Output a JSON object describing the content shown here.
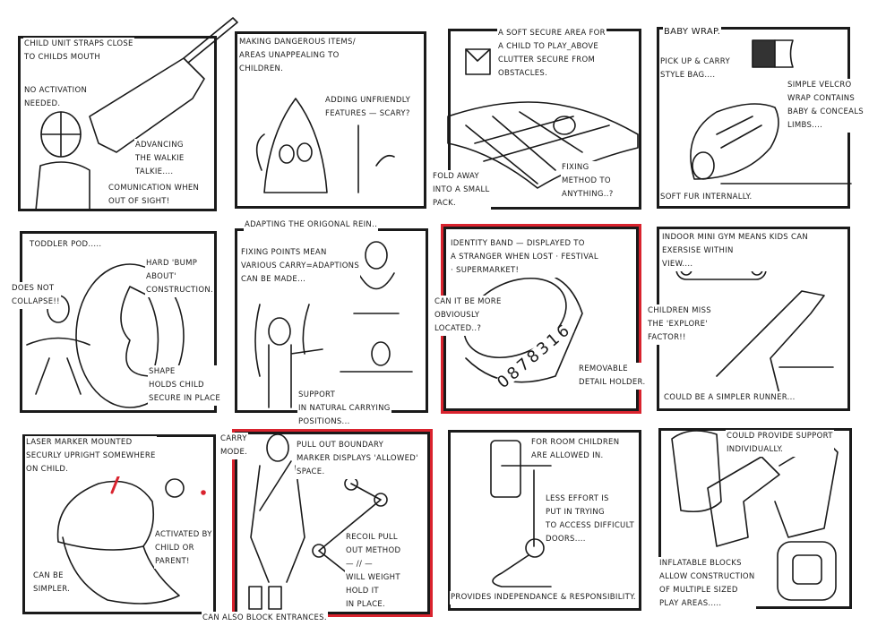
{
  "panels": [
    {
      "id": "walkie-talkie",
      "notes": [
        "Child unit straps close\nto childs mouth",
        "No activation\nneeded.",
        "Advancing\nthe walkie\ntalkie....",
        "Comunication when\nout of sight!"
      ]
    },
    {
      "id": "unfriendly-features",
      "notes": [
        "Making dangerous items/\nareas unappealing to\nchildren.",
        "Adding unfriendly\nfeatures — scary?"
      ]
    },
    {
      "id": "soft-secure-area",
      "notes": [
        "A soft secure area for\na child to play_above\nclutter secure from\nobstacles.",
        "Fold away\ninto a small\npack.",
        "Fixing\nmethod to\nanything..?"
      ]
    },
    {
      "id": "baby-wrap",
      "notes": [
        "Baby wrap.",
        "Pick up & carry\nstyle bag....",
        "Simple velcro\nwrap contains\nbaby & conceals\nlimbs....",
        "Soft fur internally."
      ]
    },
    {
      "id": "toddler-pod",
      "notes": [
        "Toddler pod.....",
        "Hard 'bump\nabout'\nconstruction.",
        "Does not\ncollapse!!",
        "Shape\nholds child\nsecure in place"
      ]
    },
    {
      "id": "original-rein",
      "notes": [
        "Adapting the origonal rein..",
        "Fixing points mean\nvarious carry=adaptions\ncan be made...",
        "Support\nin natural carrying\npositions..."
      ]
    },
    {
      "id": "identity-band",
      "notes": [
        "Identity band — displayed to\na stranger when lost · festival\n· supermarket!",
        "Can it be more\nobviously\nlocated..?",
        "Removable\ndetail holder.",
        "0878316"
      ]
    },
    {
      "id": "mini-gym",
      "notes": [
        "Indoor mini gym means kids can\nexersise within\nview....",
        "Children miss\nthe 'explore'\nfactor!!",
        "Could be a simpler runner..."
      ]
    },
    {
      "id": "laser-marker",
      "notes": [
        "Laser marker mounted\nsecurly upright somewhere\non child.",
        "Activated by\nchild or\nparent!",
        "Can be\nsimpler."
      ]
    },
    {
      "id": "boundary-marker",
      "notes": [
        "Carry\nmode.",
        "Pull out boundary\nmarker displays 'allowed'\nspace.",
        "Recoil pull\nout method\n— // —\nwill weight\nhold it\nin place.",
        "Can also block entrances."
      ]
    },
    {
      "id": "door-handle",
      "notes": [
        "For room children\nare allowed in.",
        "Less effort is\nput in trying\nto access difficult\ndoors....",
        "Provides independance & responsibility."
      ]
    },
    {
      "id": "inflatable-blocks",
      "notes": [
        "Could provide support\nindividually.",
        "Inflatable blocks\nallow construction\nof multiple sized\nplay areas....."
      ]
    }
  ],
  "colors": {
    "ink": "#1a1a1a",
    "accent": "#d9232e"
  }
}
